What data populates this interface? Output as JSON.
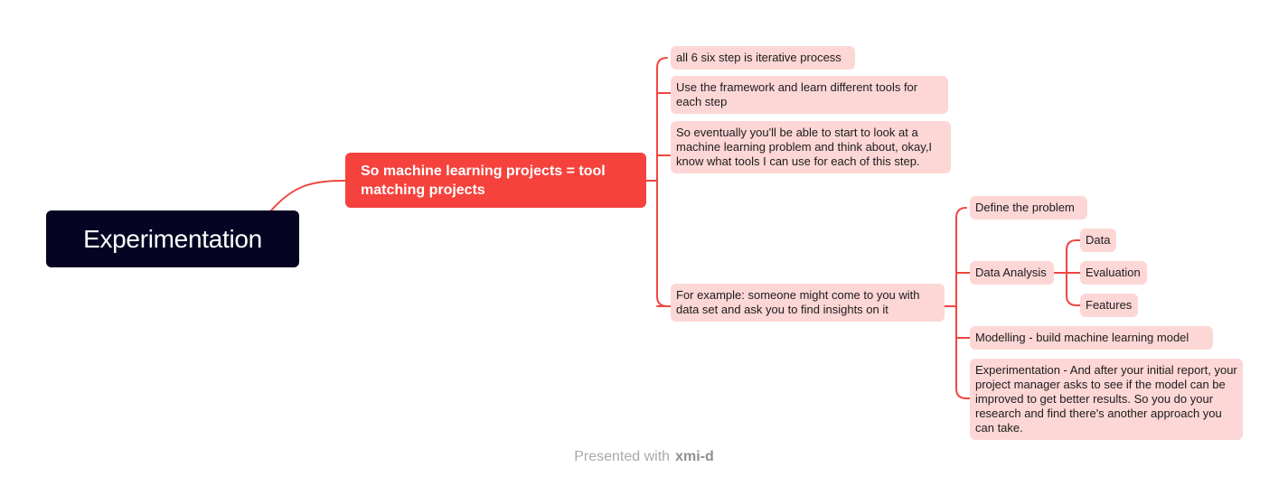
{
  "root": {
    "label": "Experimentation"
  },
  "main_topic": {
    "label": "So machine learning projects  = tool matching projects"
  },
  "branches": [
    "all 6 six step is iterative process",
    "Use the framework and learn different tools for each step",
    "So eventually you'll be able to start to look at a machine learning problem and think about, okay,I know what tools I can use for each of this step.",
    "For example: someone might come to you with data set and ask you to find insights on it"
  ],
  "steps": {
    "define": "Define the problem",
    "analysis": "Data Analysis",
    "analysis_children": [
      "Data",
      "Evaluation",
      "Features"
    ],
    "modelling": "Modelling - build machine learning model",
    "experimentation": "Experimentation - And after your initial report, your project manager asks to see if the model can be improved to get better results. So you do your research and find there's another approach you can take."
  },
  "footer": {
    "prefix": "Presented with",
    "brand": "xmi-d"
  },
  "colors": {
    "root_bg": "#050523",
    "main_bg": "#f5423d",
    "leaf_bg": "#fdd6d6",
    "connector": "#f0463f"
  }
}
